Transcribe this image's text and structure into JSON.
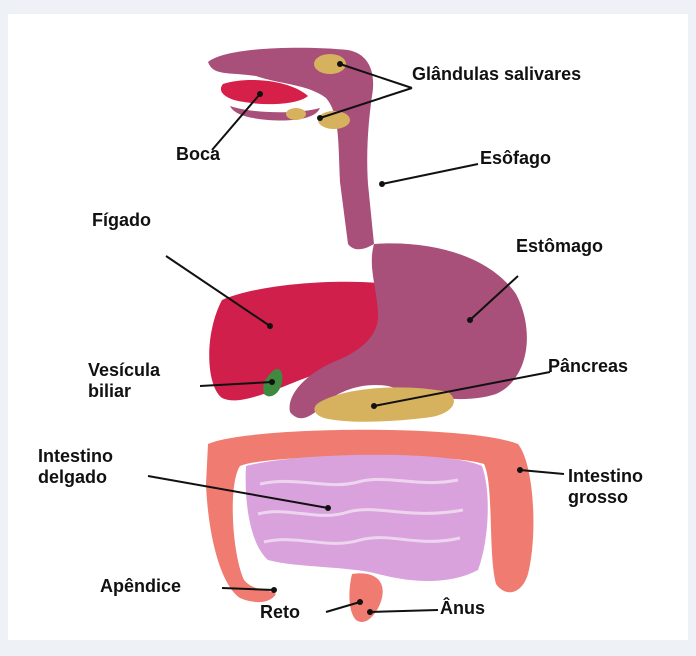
{
  "labels": {
    "salivary": "Glândulas salivares",
    "mouth": "Boca",
    "esophagus": "Esôfago",
    "liver": "Fígado",
    "stomach": "Estômago",
    "gallbladder": "Vesícula biliar",
    "pancreas": "Pâncreas",
    "small_intestine": "Intestino delgado",
    "large_intestine": "Intestino grosso",
    "appendix": "Apêndice",
    "rectum": "Reto",
    "anus": "Ânus"
  },
  "colors": {
    "digestive_tract": "#a8507a",
    "mouth_tongue": "#d6204a",
    "liver": "#cf1f4a",
    "gallbladder": "#3f8a3f",
    "pancreas": "#d6b25e",
    "salivary_glands": "#d6b25e",
    "small_intestine": "#d9a2dc",
    "large_intestine": "#f07b70"
  }
}
